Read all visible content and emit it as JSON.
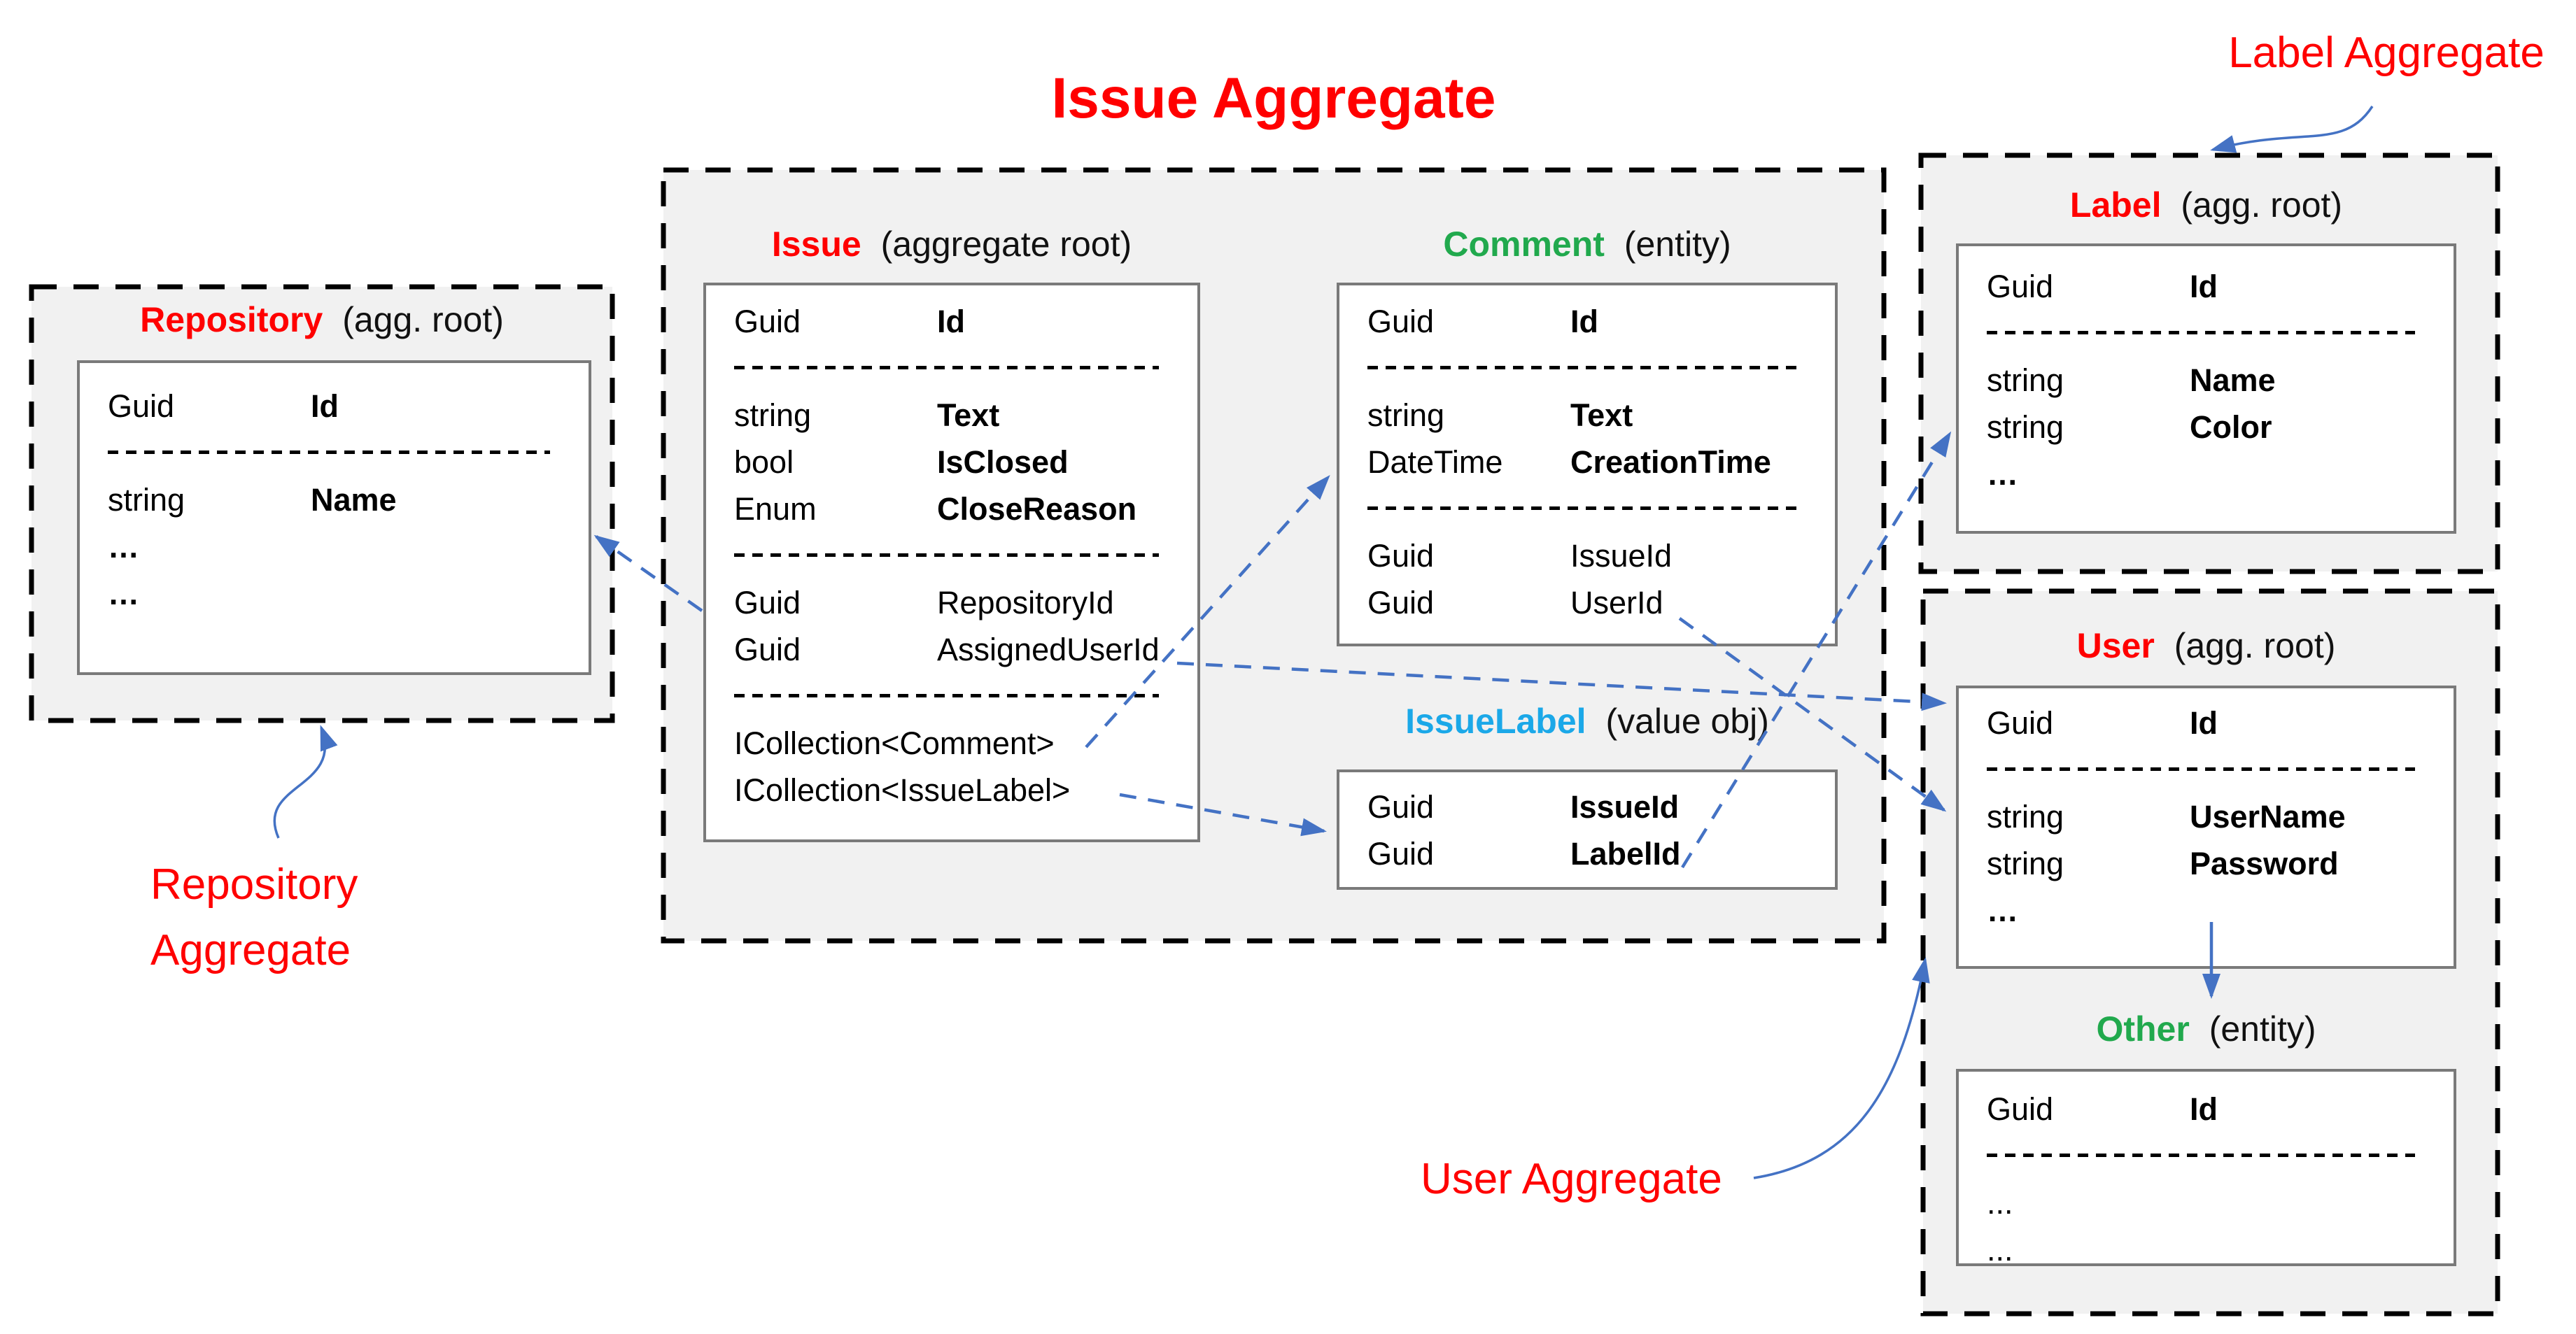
{
  "title": "Issue Aggregate",
  "colors": {
    "red": "#ff0000",
    "green": "#21a94d",
    "cyan": "#1ba8e8",
    "arrow_blue": "#4472c4",
    "container_fill": "#f1f1f1",
    "container_border": "#000000",
    "box_border": "#7a7a7a"
  },
  "annotations": {
    "label_aggregate": "Label Aggregate",
    "repository_aggregate_line1": "Repository",
    "repository_aggregate_line2": "Aggregate",
    "user_aggregate": "User Aggregate"
  },
  "entities": {
    "repository": {
      "name": "Repository",
      "color": "red",
      "qualifier": "(agg. root)",
      "rows": [
        {
          "type": "Guid",
          "field": "Id",
          "bold": true
        },
        {
          "divider": true
        },
        {
          "type": "string",
          "field": "Name",
          "bold": true
        },
        {
          "type": "…",
          "field": "",
          "bold": true
        },
        {
          "type": "…",
          "field": "",
          "bold": true
        }
      ]
    },
    "issue": {
      "name": "Issue",
      "color": "red",
      "qualifier": "(aggregate root)",
      "rows": [
        {
          "type": "Guid",
          "field": "Id",
          "bold": true
        },
        {
          "divider": true
        },
        {
          "type": "string",
          "field": "Text",
          "bold": true
        },
        {
          "type": "bool",
          "field": "IsClosed",
          "bold": true
        },
        {
          "type": "Enum",
          "field": "CloseReason",
          "bold": true
        },
        {
          "divider": true
        },
        {
          "type": "Guid",
          "field": "RepositoryId",
          "bold": false
        },
        {
          "type": "Guid",
          "field": "AssignedUserId",
          "bold": false
        },
        {
          "divider": true
        },
        {
          "type": "ICollection<Comment>",
          "field": "",
          "bold": false
        },
        {
          "type": "ICollection<IssueLabel>",
          "field": "",
          "bold": false
        }
      ]
    },
    "comment": {
      "name": "Comment",
      "color": "green",
      "qualifier": "(entity)",
      "rows": [
        {
          "type": "Guid",
          "field": "Id",
          "bold": true
        },
        {
          "divider": true
        },
        {
          "type": "string",
          "field": "Text",
          "bold": true
        },
        {
          "type": "DateTime",
          "field": "CreationTime",
          "bold": true
        },
        {
          "divider": true
        },
        {
          "type": "Guid",
          "field": "IssueId",
          "bold": false
        },
        {
          "type": "Guid",
          "field": "UserId",
          "bold": false
        }
      ]
    },
    "issuelabel": {
      "name": "IssueLabel",
      "color": "cyan",
      "qualifier": "(value obj)",
      "rows": [
        {
          "type": "Guid",
          "field": "IssueId",
          "bold": true
        },
        {
          "type": "Guid",
          "field": "LabelId",
          "bold": true
        }
      ]
    },
    "label": {
      "name": "Label",
      "color": "red",
      "qualifier": "(agg. root)",
      "rows": [
        {
          "type": "Guid",
          "field": "Id",
          "bold": true
        },
        {
          "divider": true
        },
        {
          "type": "string",
          "field": "Name",
          "bold": true
        },
        {
          "type": "string",
          "field": "Color",
          "bold": true
        },
        {
          "type": "…",
          "field": "",
          "bold": true
        }
      ]
    },
    "user": {
      "name": "User",
      "color": "red",
      "qualifier": "(agg. root)",
      "rows": [
        {
          "type": "Guid",
          "field": "Id",
          "bold": true
        },
        {
          "divider": true
        },
        {
          "type": "string",
          "field": "UserName",
          "bold": true
        },
        {
          "type": "string",
          "field": "Password",
          "bold": true
        },
        {
          "type": "…",
          "field": "",
          "bold": true
        }
      ]
    },
    "other": {
      "name": "Other",
      "color": "green",
      "qualifier": "(entity)",
      "rows": [
        {
          "type": "Guid",
          "field": "Id",
          "bold": true
        },
        {
          "divider": true
        },
        {
          "type": "...",
          "field": "",
          "bold": false
        },
        {
          "type": "...",
          "field": "",
          "bold": false
        }
      ]
    }
  }
}
